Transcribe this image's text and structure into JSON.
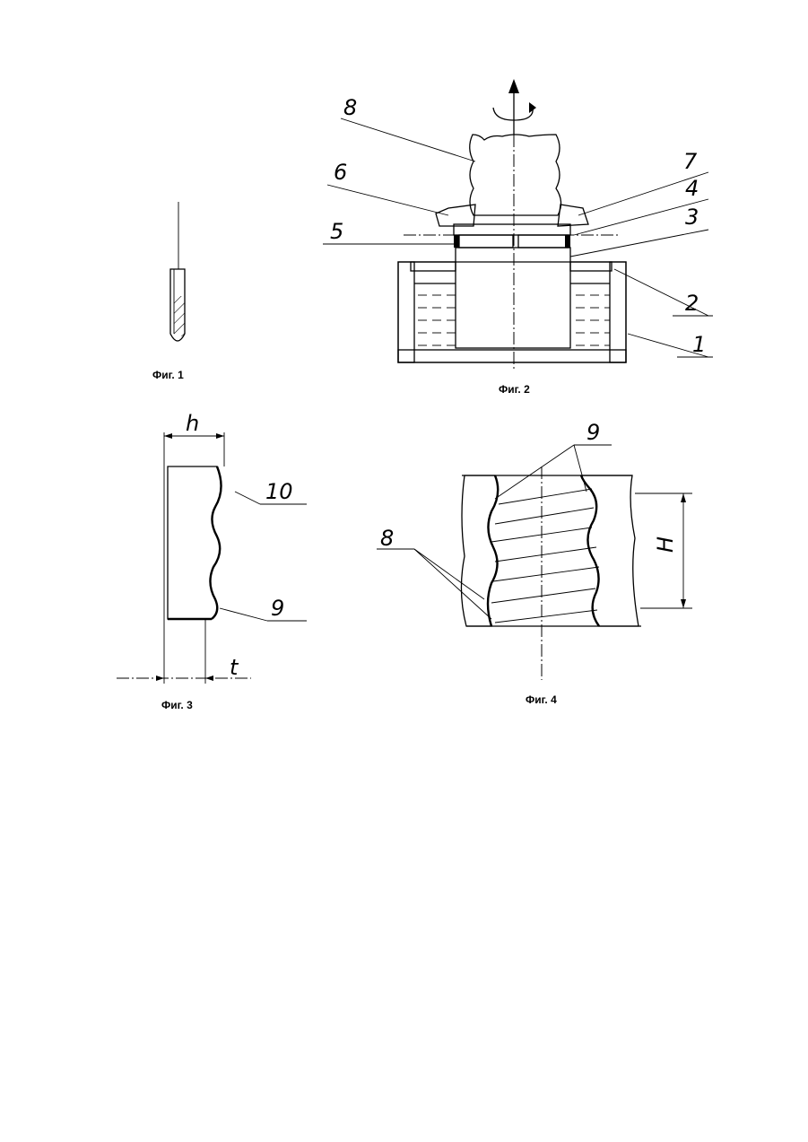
{
  "figures": {
    "fig1": {
      "caption": "Фиг. 1"
    },
    "fig2": {
      "caption": "Фиг. 2",
      "labels": {
        "l1": "1",
        "l2": "2",
        "l3": "3",
        "l4": "4",
        "l5": "5",
        "l6": "6",
        "l7": "7",
        "l8": "8"
      }
    },
    "fig3": {
      "caption": "Фиг. 3",
      "labels": {
        "h": "h",
        "t": "t",
        "l9": "9",
        "l10": "10"
      }
    },
    "fig4": {
      "caption": "Фиг. 4",
      "labels": {
        "l8": "8",
        "l9": "9",
        "H": "H"
      }
    }
  }
}
